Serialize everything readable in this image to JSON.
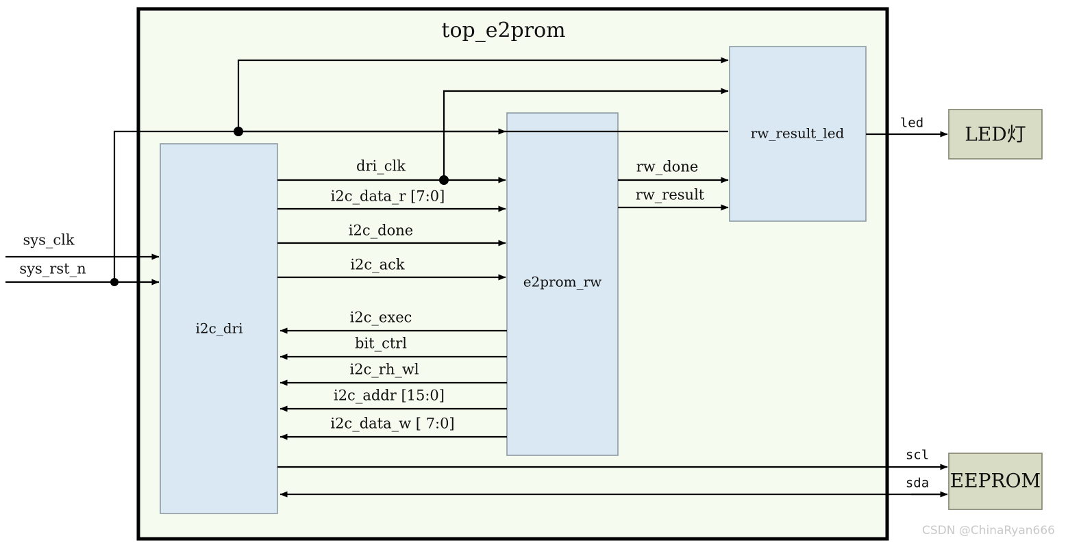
{
  "diagram": {
    "title": "top_e2prom",
    "watermark": "CSDN @ChinaRyan666",
    "colors": {
      "outer_fill": "#f5fbef",
      "outer_border": "#000000",
      "module_fill": "#d9e8f2",
      "module_border": "#8c9aa3",
      "external_fill": "#d9dcc4",
      "external_border": "#8c8c7a",
      "wire": "#000000",
      "watermark": "#c9c9c9"
    },
    "modules": [
      {
        "id": "i2c_dri",
        "label": "i2c_dri"
      },
      {
        "id": "e2prom_rw",
        "label": "e2prom_rw"
      },
      {
        "id": "rw_result_led",
        "label": "rw_result_led"
      }
    ],
    "external_blocks": [
      {
        "id": "led_block",
        "label": "LED灯"
      },
      {
        "id": "eeprom_block",
        "label": "EEPROM"
      }
    ],
    "inputs": [
      {
        "id": "sys_clk",
        "label": "sys_clk"
      },
      {
        "id": "sys_rst_n",
        "label": "sys_rst_n"
      }
    ],
    "signals_dri_to_rw": [
      {
        "id": "dri_clk",
        "label": "dri_clk"
      },
      {
        "id": "i2c_data_r",
        "label": "i2c_data_r [7:0]"
      },
      {
        "id": "i2c_done",
        "label": "i2c_done"
      },
      {
        "id": "i2c_ack",
        "label": "i2c_ack"
      }
    ],
    "signals_rw_to_dri": [
      {
        "id": "i2c_exec",
        "label": "i2c_exec"
      },
      {
        "id": "bit_ctrl",
        "label": "bit_ctrl"
      },
      {
        "id": "i2c_rh_wl",
        "label": "i2c_rh_wl"
      },
      {
        "id": "i2c_addr",
        "label": "i2c_addr [15:0]"
      },
      {
        "id": "i2c_data_w",
        "label": "i2c_data_w [ 7:0]"
      }
    ],
    "signals_rw_to_led": [
      {
        "id": "rw_done",
        "label": "rw_done"
      },
      {
        "id": "rw_result",
        "label": "rw_result"
      }
    ],
    "signals_external": [
      {
        "id": "led",
        "label": "led"
      },
      {
        "id": "scl",
        "label": "scl"
      },
      {
        "id": "sda",
        "label": "sda"
      }
    ]
  }
}
